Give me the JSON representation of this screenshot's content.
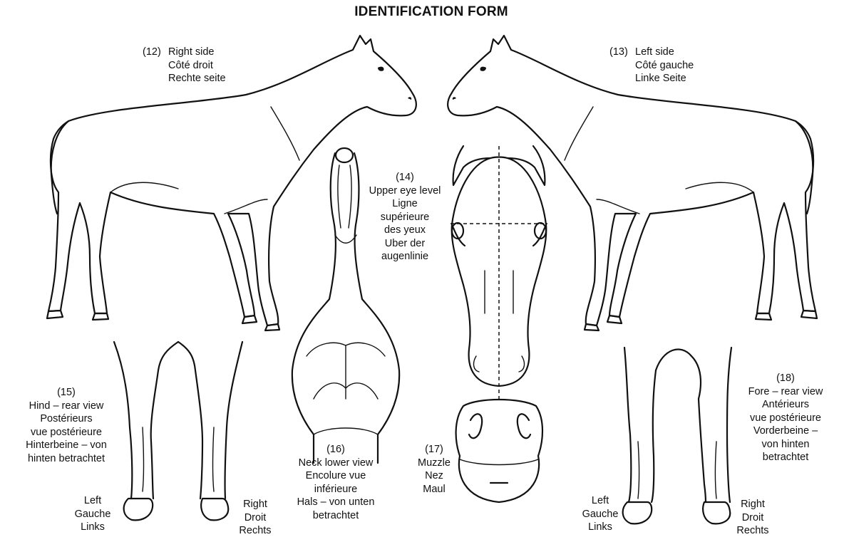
{
  "title": "IDENTIFICATION FORM",
  "views": {
    "right_side": {
      "number": "(12)",
      "lines": [
        "Right side",
        "Côté droit",
        "Rechte seite"
      ]
    },
    "left_side": {
      "number": "(13)",
      "lines": [
        "Left side",
        "Côté gauche",
        "Linke Seite"
      ]
    },
    "head": {
      "number": "(14)",
      "lines": [
        "Upper eye level",
        "Ligne",
        "supérieure",
        "des yeux",
        "Uber der",
        "augenlinie"
      ]
    },
    "hind": {
      "number": "(15)",
      "lines": [
        "Hind – rear view",
        "Postérieurs",
        "vue postérieure",
        "Hinterbeine – von",
        "hinten betrachtet"
      ]
    },
    "neck": {
      "number": "(16)",
      "lines": [
        "Neck lower view",
        "Encolure vue",
        "inférieure",
        "Hals – von unten",
        "betrachtet"
      ]
    },
    "muzzle": {
      "number": "(17)",
      "lines": [
        "Muzzle",
        "Nez",
        "Maul"
      ]
    },
    "fore": {
      "number": "(18)",
      "lines": [
        "Fore – rear view",
        "Antérieurs",
        "vue postérieure",
        "Vorderbeine –",
        "von hinten",
        "betrachtet"
      ]
    }
  },
  "side_labels": {
    "left": [
      "Left",
      "Gauche",
      "Links"
    ],
    "right": [
      "Right",
      "Droit",
      "Rechts"
    ]
  }
}
